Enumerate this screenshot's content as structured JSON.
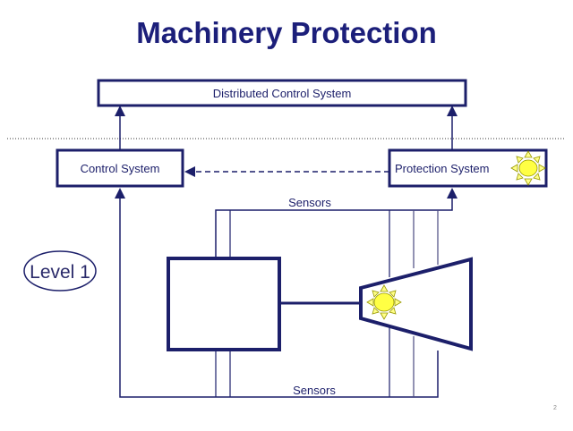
{
  "title": "Machinery Protection",
  "boxes": {
    "dcs": "Distributed Control System",
    "control": "Control System",
    "protection": "Protection System"
  },
  "labels": {
    "sensors_top": "Sensors",
    "sensors_bottom": "Sensors",
    "level": "Level 1"
  },
  "slide_number": "2",
  "colors": {
    "line": "#1c1f6a",
    "sun_fill": "#ffff66",
    "sun_stroke": "#b3b300"
  }
}
